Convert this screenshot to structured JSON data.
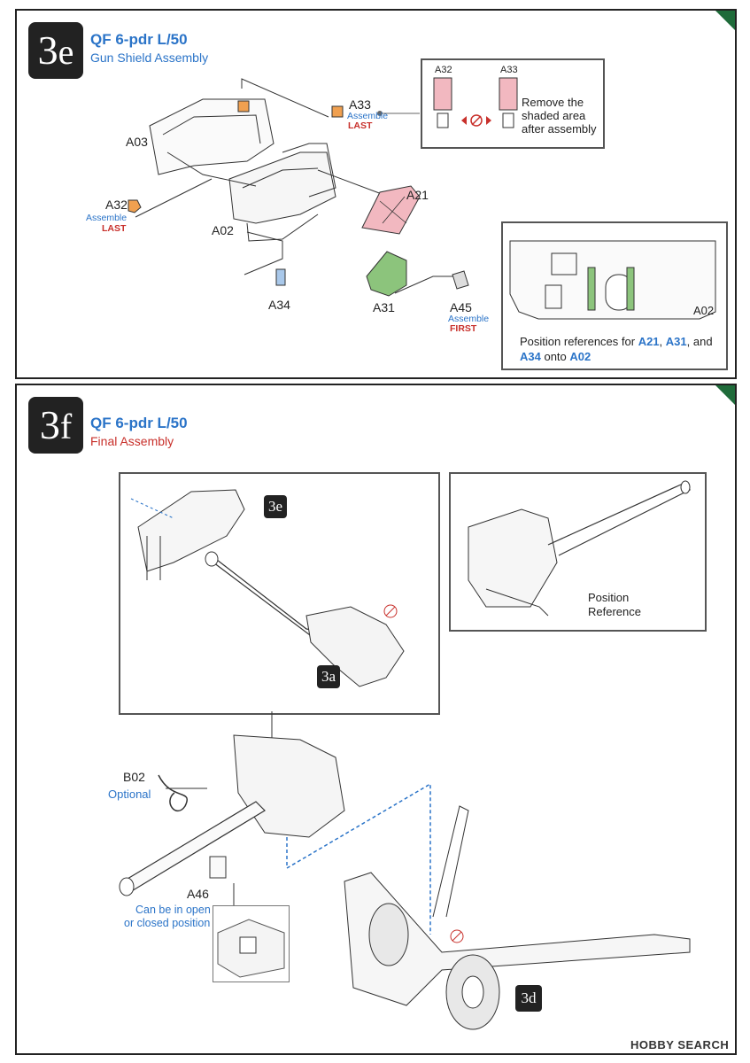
{
  "step_3e": {
    "badge_num": "3",
    "badge_letter": "e",
    "title": "QF 6-pdr L/50",
    "subtitle": "Gun Shield Assembly",
    "labels": {
      "a03": "A03",
      "a02": "A02",
      "a32": "A32",
      "a32_note": "Assemble",
      "a32_order": "LAST",
      "a33": "A33",
      "a33_note": "Assemble",
      "a33_order": "LAST",
      "a21": "A21",
      "a34": "A34",
      "a31": "A31",
      "a45": "A45",
      "a45_note": "Assemble",
      "a45_order": "FIRST"
    },
    "remove_box": {
      "part_left": "A32",
      "part_right": "A33",
      "line1": "Remove the",
      "line2": "shaded area",
      "line3": "after assembly"
    },
    "reference_box": {
      "part": "A02",
      "text1": "Position references for ",
      "p1": "A21",
      "sep1": ", ",
      "p2": "A31",
      "sep2": ", and",
      "p3": "A34",
      "text2": " onto ",
      "p4": "A02"
    }
  },
  "step_3f": {
    "badge_num": "3",
    "badge_letter": "f",
    "title": "QF 6-pdr L/50",
    "subtitle": "Final Assembly",
    "inset_ref_e": "3e",
    "inset_ref_a": "3a",
    "position_ref_1": "Position",
    "position_ref_2": "Reference",
    "b02": "B02",
    "b02_note": "Optional",
    "a46": "A46",
    "a46_note1": "Can be in open",
    "a46_note2": "or closed position",
    "ref_d": "3d"
  },
  "watermark": "HOBBY SEARCH",
  "colors": {
    "accent_blue": "#2b74c8",
    "warn_red": "#c8302b",
    "corner_green": "#1f6b3a",
    "part_orange": "#f0a050",
    "part_pink": "#f2b8c0",
    "part_green": "#8cc47c",
    "part_blue": "#a9c8ea"
  }
}
